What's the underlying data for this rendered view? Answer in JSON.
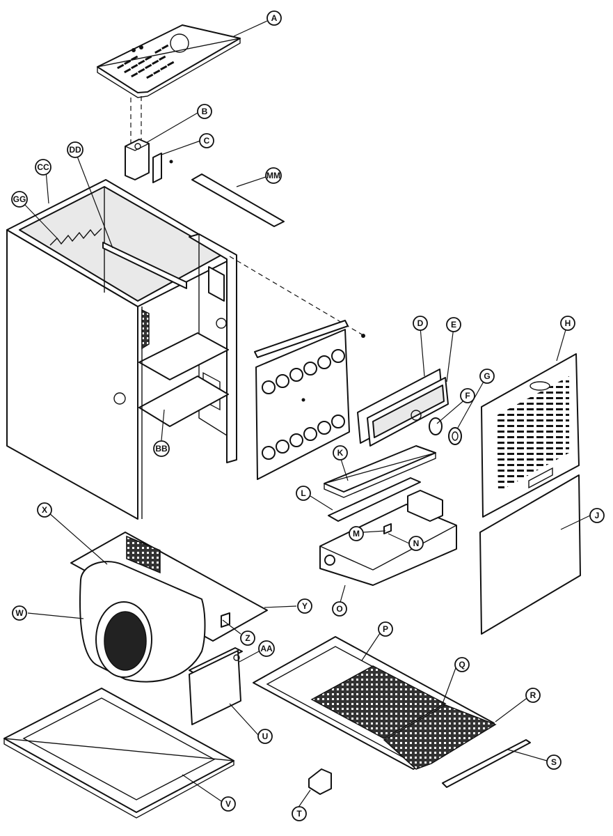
{
  "callouts": {
    "A": "A",
    "B": "B",
    "C": "C",
    "MM": "MM",
    "DD": "DD",
    "CC": "CC",
    "GG": "GG",
    "D": "D",
    "E": "E",
    "H": "H",
    "G": "G",
    "F": "F",
    "K": "K",
    "L": "L",
    "M": "M",
    "N": "N",
    "O": "O",
    "J": "J",
    "BB": "BB",
    "X": "X",
    "W": "W",
    "Y": "Y",
    "Z": "Z",
    "AA": "AA",
    "P": "P",
    "Q": "Q",
    "R": "R",
    "S": "S",
    "U": "U",
    "V": "V",
    "T": "T"
  }
}
